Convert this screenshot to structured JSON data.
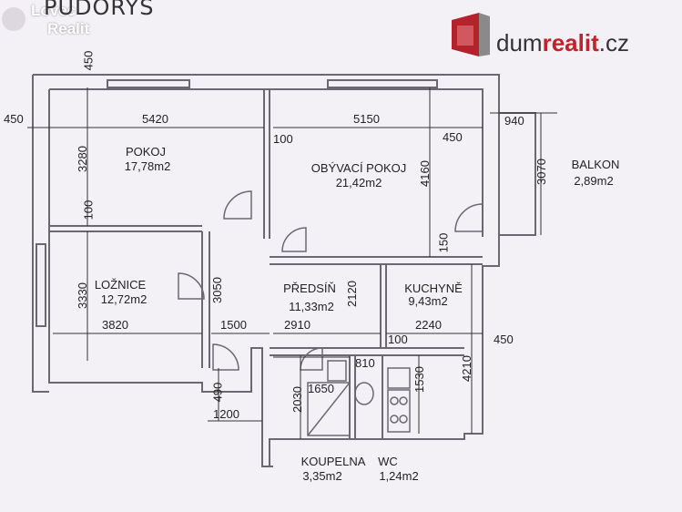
{
  "title": "PŮDORYS",
  "logo_left": {
    "line1": "Lovec",
    "line2": "Realit"
  },
  "logo_right": {
    "prefix": "dum",
    "highlight": "realit",
    "suffix": ".cz"
  },
  "rooms": [
    {
      "name": "POKOJ",
      "area": "17,78m2"
    },
    {
      "name": "OBÝVACÍ POKOJ",
      "area": "21,42m2"
    },
    {
      "name": "BALKON",
      "area": "2,89m2"
    },
    {
      "name": "LOŽNICE",
      "area": "12,72m2"
    },
    {
      "name": "PŘEDSÍŇ",
      "area": "11,33m2"
    },
    {
      "name": "KUCHYNĚ",
      "area": "9,43m2"
    },
    {
      "name": "KOUPELNA",
      "area": "3,35m2"
    },
    {
      "name": "WC",
      "area": "1,24m2"
    }
  ],
  "dims": {
    "d450a": "450",
    "d450b": "450",
    "d5420": "5420",
    "d5150": "5150",
    "d940": "940",
    "d3280": "3280",
    "d100a": "100",
    "d450c": "450",
    "d4160": "4160",
    "d3070": "3070",
    "d100b": "100",
    "d150": "150",
    "d3330": "3330",
    "d3050": "3050",
    "d2120": "2120",
    "d3820": "3820",
    "d1500": "1500",
    "d2910": "2910",
    "d2240": "2240",
    "d450d": "450",
    "d100c": "100",
    "d810": "810",
    "d4210": "4210",
    "d1530": "1530",
    "d2030": "2030",
    "d1650": "1650",
    "d490": "490",
    "d1200": "1200"
  }
}
